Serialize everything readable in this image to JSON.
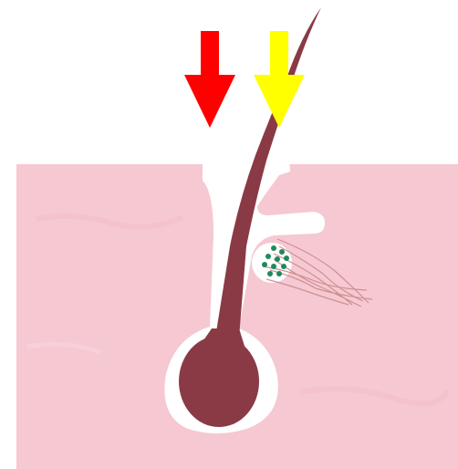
{
  "diagram": {
    "subject": "hair-follicle-cross-section",
    "colors": {
      "background": "#ffffff",
      "skin": "#f6c8d2",
      "follicle_sheath": "#ffffff",
      "hair": "#8a3a44",
      "nerve_fibers": "#c98a8a",
      "dots": "#1f8a5a",
      "arrow_red": "#ff0000",
      "arrow_yellow": "#ffff00"
    },
    "arrows": [
      {
        "name": "red-arrow",
        "color": "#ff0000",
        "direction": "down"
      },
      {
        "name": "yellow-arrow",
        "color": "#ffff00",
        "direction": "down"
      }
    ]
  }
}
